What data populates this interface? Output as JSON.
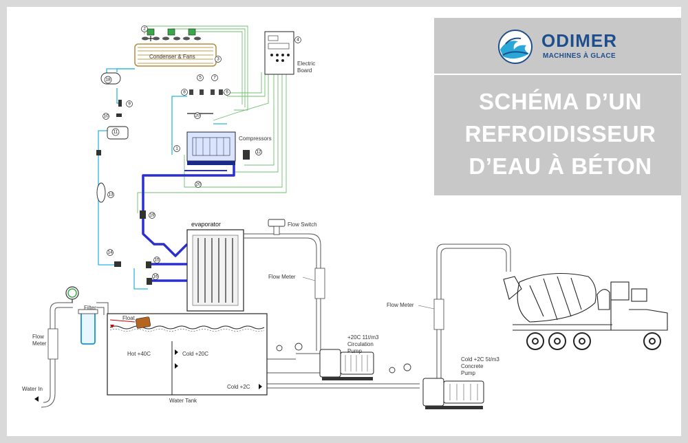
{
  "labels": {
    "condenser": "Condenser & Fans",
    "electric_board": [
      "Electric",
      "Board"
    ],
    "compressors": "Compressors",
    "evaporator": "evaporator",
    "flow_switch": "Flow Switch",
    "flow_meter_1": "Flow Meter",
    "flow_meter_2": "Flow Meter",
    "flow_meter_left": [
      "Flow",
      "Meter"
    ],
    "filter": "Filter",
    "float": "Float",
    "water_in": "Water In",
    "hot": "Hot +40C",
    "cold20": "Cold +20C",
    "cold2": "Cold +2C",
    "water_tank": "Water Tank",
    "circ_pump": [
      "+20C  11t/m3",
      "Circulation",
      "Pump"
    ],
    "concrete_pump": [
      "Cold +2C    5t/m3",
      "Concrete",
      "Pump"
    ]
  },
  "component_numbers": [
    "1",
    "2",
    "3",
    "4",
    "5",
    "6",
    "7",
    "8",
    "9",
    "10",
    "11",
    "12",
    "13",
    "14",
    "15",
    "16",
    "18",
    "19",
    "20",
    "20"
  ],
  "brand": {
    "name": "ODIMER",
    "tagline": "MACHINES À GLACE"
  },
  "title_lines": [
    "SCHÉMA D’UN",
    "REFROIDISSEUR",
    "D’EAU À BÉTON"
  ],
  "colors": {
    "refrigerant_line": "#2a2fd0",
    "liquid_line": "#29b6e0",
    "control_wiring": "#6dbf6d",
    "panel_bg": "#c8c8c8",
    "brand_blue": "#1e4f8c"
  },
  "icons": [
    "fan-icon",
    "compressor-icon",
    "pump-icon",
    "valve-icon",
    "gauge-icon",
    "concrete-truck-icon",
    "logo-wave-icon"
  ]
}
